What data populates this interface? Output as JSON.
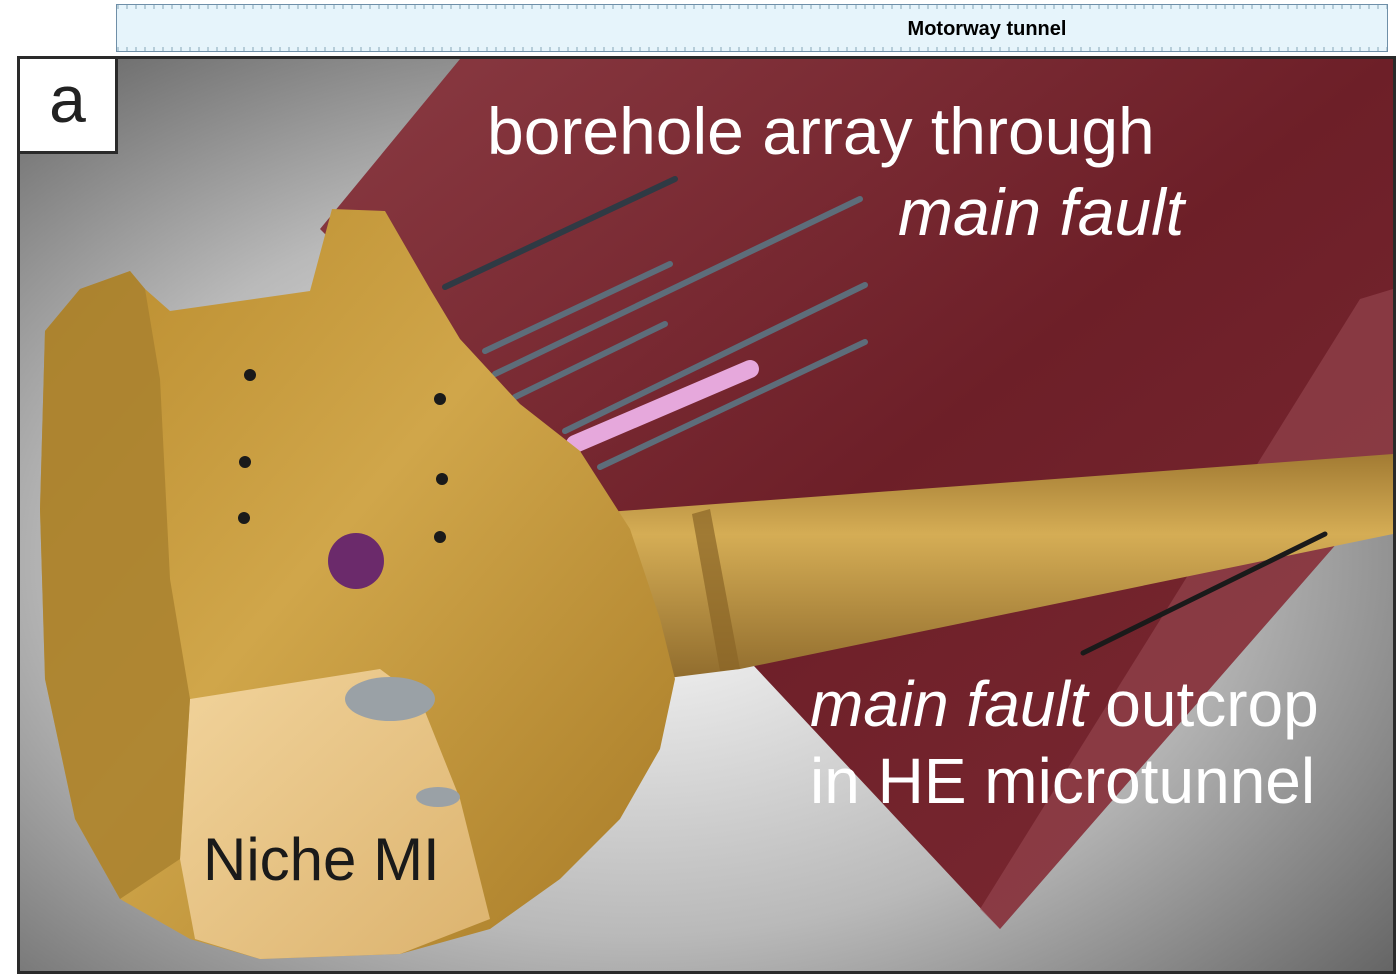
{
  "header": {
    "title": "Motorway tunnel"
  },
  "panel": {
    "letter": "a"
  },
  "labels": {
    "borehole_array": "borehole array through",
    "main_fault": "main fault",
    "outcrop_main_fault": "main fault",
    "outcrop_word": " outcrop",
    "outcrop_line2": "in HE microtunnel",
    "niche": "Niche MI"
  },
  "colors": {
    "background": "#9a9a9a",
    "fault_plane": "#7a2a33",
    "rock_gold": "#c9a24a",
    "rock_light": "#e8c98f",
    "borehole_steel": "#5d6d7a",
    "highlight_pink": "#f3b7ef",
    "borehole_marker": "#6b2a6b"
  }
}
